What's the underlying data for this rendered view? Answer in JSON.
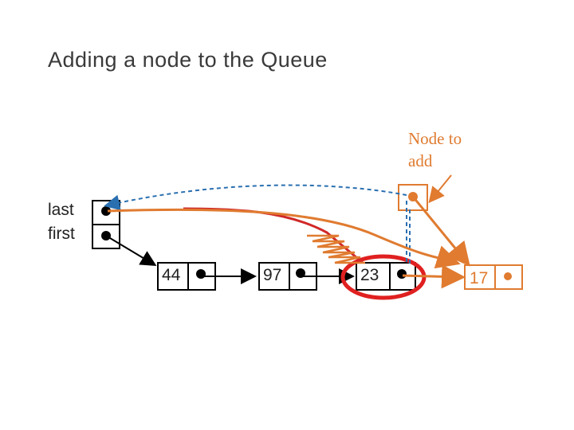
{
  "title": "Adding a node to the Queue",
  "new_node_label": {
    "line1": "Node to",
    "line2": "add"
  },
  "variables": {
    "last_label": "last",
    "first_label": "first"
  },
  "nodes": [
    {
      "value": "44"
    },
    {
      "value": "97"
    },
    {
      "value": "23"
    },
    {
      "value": "17"
    }
  ],
  "colors": {
    "black": "#000000",
    "orange": "#e07b30",
    "blue_dashed": "#2a6fb0",
    "red_highlight": "#e02020"
  }
}
